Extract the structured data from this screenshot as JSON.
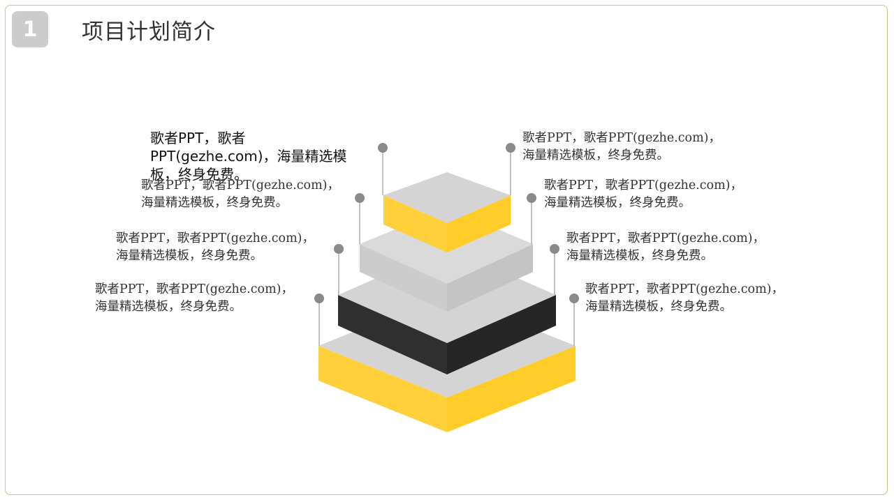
{
  "header": {
    "number": "1",
    "title": "项目计划简介"
  },
  "overlay_label": "歌者PPT，歌者PPT(gezhe.com)，海量精选模板，终身免费。",
  "labels": {
    "left": [
      {
        "line1": "歌者PPT，歌者PPT(gezhe.com)，",
        "line2": "海量精选模板，终身免费。"
      },
      {
        "line1": "歌者PPT，歌者PPT(gezhe.com)，",
        "line2": "海量精选模板，终身免费。"
      },
      {
        "line1": "歌者PPT，歌者PPT(gezhe.com)，",
        "line2": "海量精选模板，终身免费。"
      }
    ],
    "right": [
      {
        "line1": "歌者PPT，歌者PPT(gezhe.com)，",
        "line2": "海量精选模板，终身免费。"
      },
      {
        "line1": "歌者PPT，歌者PPT(gezhe.com)，",
        "line2": "海量精选模板，终身免费。"
      },
      {
        "line1": "歌者PPT，歌者PPT(gezhe.com)，",
        "line2": "海量精选模板，终身免费。"
      },
      {
        "line1": "歌者PPT，歌者PPT(gezhe.com)，",
        "line2": "海量精选模板，终身免费。"
      }
    ]
  },
  "colors": {
    "border": "#c9c384",
    "badge": "#cccccc",
    "top_face": "#d4d4d4",
    "yellow": "#ffd03a",
    "dark": "#2d2d2d",
    "light_gray_side": "#c9c9c9",
    "dot": "#8a8a8a",
    "connector": "#999999"
  },
  "layers": [
    {
      "name": "layer-top",
      "side_color": "yellow"
    },
    {
      "name": "layer-second",
      "side_color": "light_gray"
    },
    {
      "name": "layer-third",
      "side_color": "dark"
    },
    {
      "name": "layer-bottom",
      "side_color": "yellow"
    }
  ]
}
